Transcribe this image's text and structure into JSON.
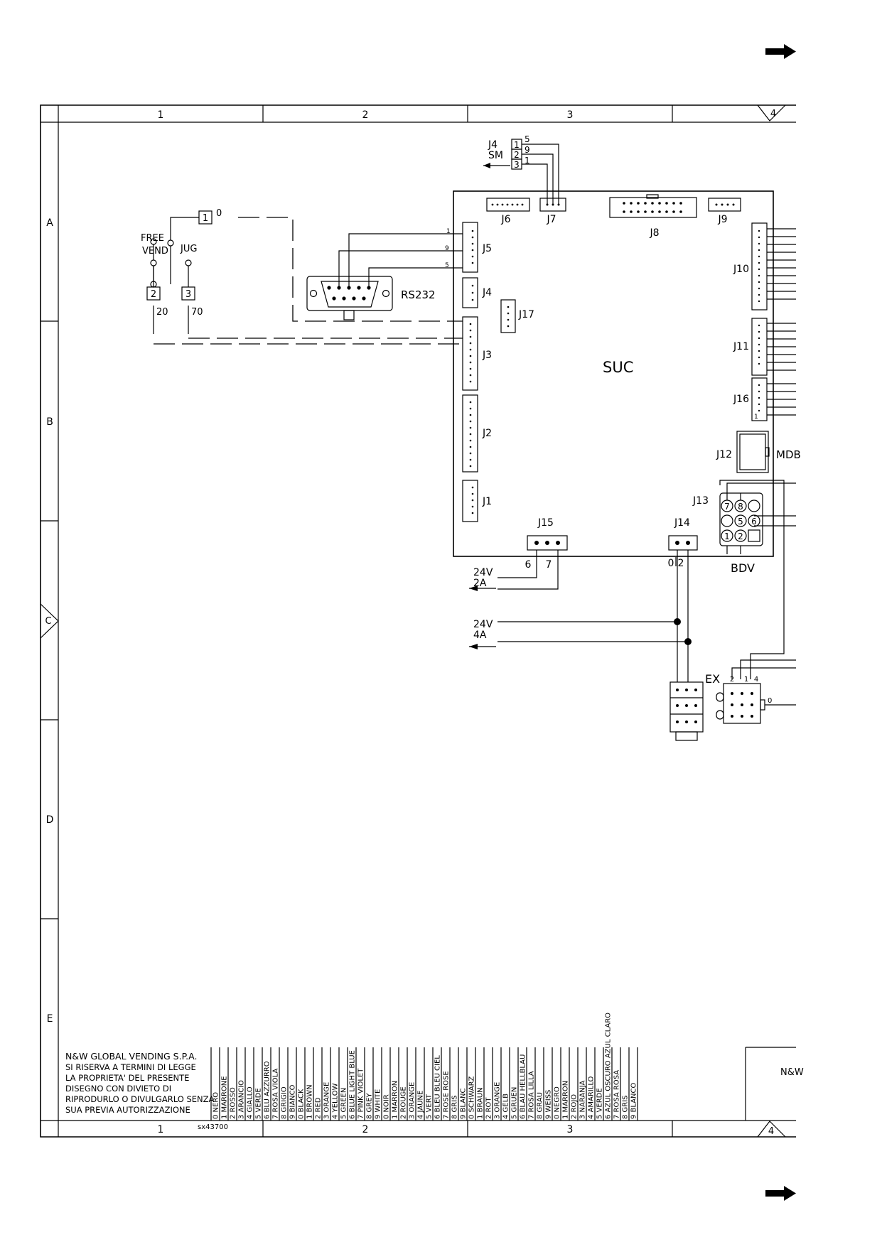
{
  "grid": {
    "columns": [
      "1",
      "2",
      "3",
      "4"
    ],
    "rows": [
      "A",
      "B",
      "C",
      "D",
      "E"
    ]
  },
  "board": {
    "name": "SUC",
    "connectors": {
      "j1": "J1",
      "j2": "J2",
      "j3": "J3",
      "j4": "J4",
      "j5": "J5",
      "j6": "J6",
      "j7": "J7",
      "j8": "J8",
      "j9": "J9",
      "j10": "J10",
      "j11": "J11",
      "j12": "J12",
      "j13": "J13",
      "j14": "J14",
      "j15": "J15",
      "j16": "J16",
      "j17": "J17"
    },
    "mdb_label": "MDB",
    "bdv_label": "BDV",
    "j16_pin": "1",
    "j13_pins": [
      "7",
      "8",
      "5",
      "6",
      "1",
      "2"
    ]
  },
  "j4_sm": {
    "title": "J4",
    "subtitle": "SM",
    "boxes": [
      "1",
      "2",
      "3"
    ],
    "wires": [
      "5",
      "9",
      "1"
    ]
  },
  "switches": {
    "free_vend": [
      "FREE",
      "VEND"
    ],
    "jug": "JUG",
    "box_1": "1",
    "box_2": "2",
    "box_3": "3",
    "wire_0": "0",
    "wire_20": "20",
    "wire_70": "70"
  },
  "rs232": {
    "label": "RS232",
    "pin_1": "1",
    "pin_9": "9",
    "pin_5": "5"
  },
  "power": {
    "j15_wires": [
      "6",
      "7"
    ],
    "supply_2a": [
      "24V",
      "2A"
    ],
    "supply_4a": [
      "24V",
      "4A"
    ],
    "j14_wires": [
      "0",
      "2"
    ]
  },
  "ex": {
    "label": "EX",
    "wires": [
      "2",
      "1",
      "4"
    ],
    "out_wire": "0"
  },
  "title_block": {
    "company": "N&W GLOBAL VENDING S.P.A.",
    "notice": [
      "SI RISERVA A TERMINI DI LEGGE",
      "LA PROPRIETA' DEL PRESENTE",
      "DISEGNO CON DIVIETO DI",
      "RIPRODURLO O DIVULGARLO SENZA",
      "SUA PREVIA AUTORIZZAZIONE"
    ],
    "drawing_number": "sx43700",
    "right_label": "N&W"
  },
  "color_codes": [
    [
      "0",
      "NERO"
    ],
    [
      "1",
      "MARRONE"
    ],
    [
      "2",
      "ROSSO"
    ],
    [
      "3",
      "ARANCIO"
    ],
    [
      "4",
      "GIALLO"
    ],
    [
      "5",
      "VERDE"
    ],
    [
      "6",
      "BLU AZZURRO"
    ],
    [
      "7",
      "ROSA VIOLA"
    ],
    [
      "8",
      "GRIGIO"
    ],
    [
      "9",
      "BIANCO"
    ],
    [
      "0",
      "BLACK"
    ],
    [
      "1",
      "BROWN"
    ],
    [
      "2",
      "RED"
    ],
    [
      "3",
      "ORANGE"
    ],
    [
      "4",
      "YELLOW"
    ],
    [
      "5",
      "GREEN"
    ],
    [
      "6",
      "BLUE LIGHT BLUE"
    ],
    [
      "7",
      "PINK VIOLET"
    ],
    [
      "8",
      "GREY"
    ],
    [
      "9",
      "WHITE"
    ],
    [
      "0",
      "NOIR"
    ],
    [
      "1",
      "MARRON"
    ],
    [
      "2",
      "ROUGE"
    ],
    [
      "3",
      "ORANGE"
    ],
    [
      "4",
      "JAUNE"
    ],
    [
      "5",
      "VERT"
    ],
    [
      "6",
      "BLEU BLEU CIEL"
    ],
    [
      "7",
      "ROSE ROSE"
    ],
    [
      "8",
      "GRIS"
    ],
    [
      "9",
      "BLANC"
    ],
    [
      "0",
      "SCHWARZ"
    ],
    [
      "1",
      "BRAUN"
    ],
    [
      "2",
      "ROT"
    ],
    [
      "3",
      "ORANGE"
    ],
    [
      "4",
      "GELB"
    ],
    [
      "5",
      "GRUEN"
    ],
    [
      "6",
      "BLAU HELLBLAU"
    ],
    [
      "7",
      "ROSA LILLA"
    ],
    [
      "8",
      "GRAU"
    ],
    [
      "9",
      "WEISS"
    ],
    [
      "0",
      "NEGRO"
    ],
    [
      "1",
      "MARRON"
    ],
    [
      "2",
      "ROJO"
    ],
    [
      "3",
      "NARANJA"
    ],
    [
      "4",
      "AMARILLO"
    ],
    [
      "5",
      "VERDE"
    ],
    [
      "6",
      "AZUL OSCURO AZUL CLARO"
    ],
    [
      "7",
      "ROSA ROSA"
    ],
    [
      "8",
      "GRIS"
    ],
    [
      "9",
      "BLANCO"
    ]
  ]
}
